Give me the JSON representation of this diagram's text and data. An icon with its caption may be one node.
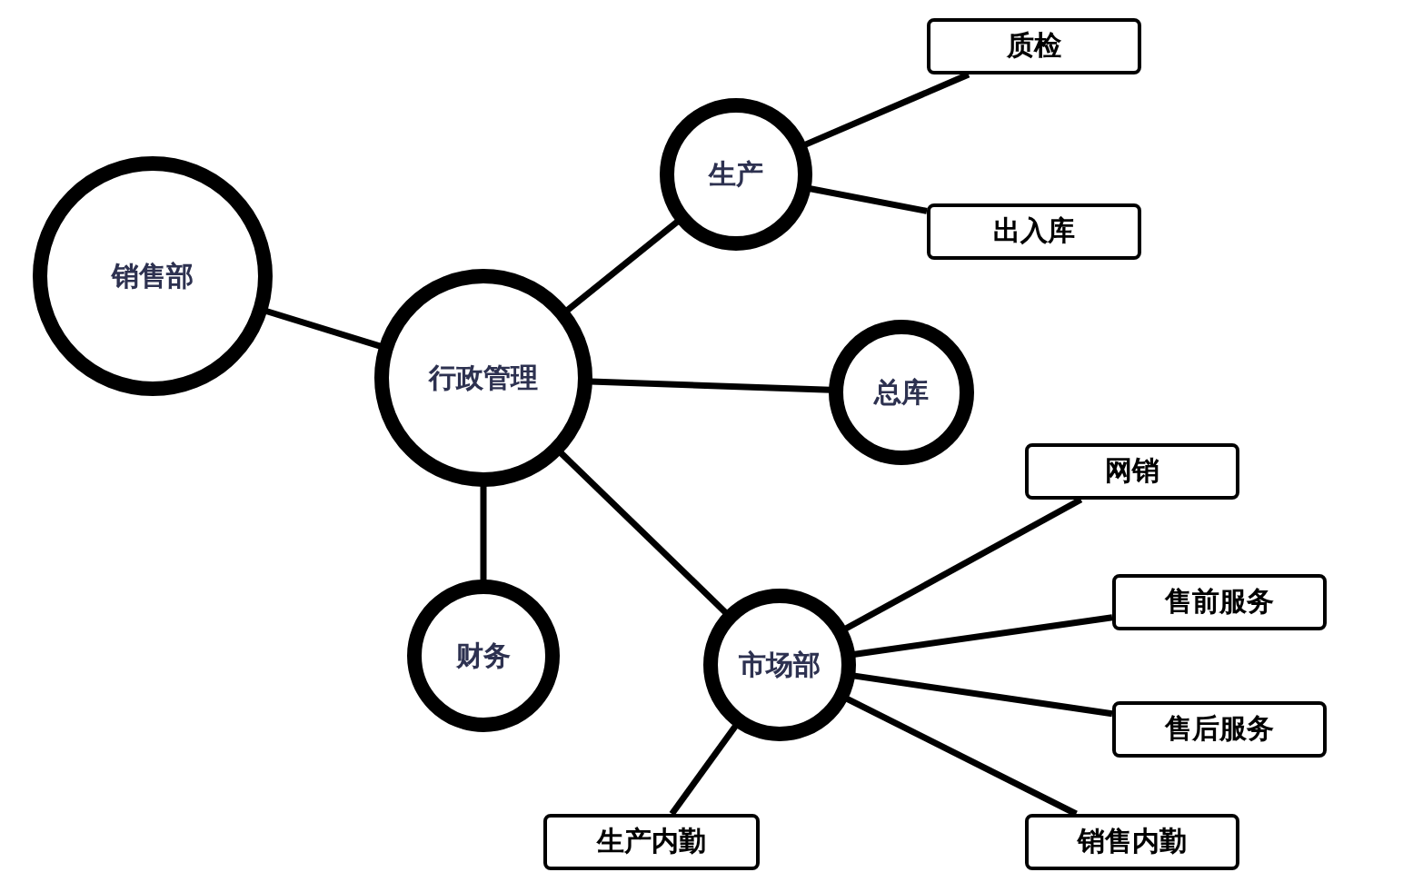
{
  "diagram": {
    "nodes": [
      {
        "text": [
          "质检"
        ]
      },
      {
        "text": [
          "生产"
        ]
      },
      {
        "text": [
          "出入库"
        ]
      },
      {
        "text": [
          "销售部"
        ]
      },
      {
        "text": [
          "行政管理"
        ]
      },
      {
        "text": [
          "总库"
        ]
      },
      {
        "text": [
          "网销"
        ]
      },
      {
        "text": [
          "售前服务"
        ]
      },
      {
        "text": [
          "财务"
        ]
      },
      {
        "text": [
          "市场部"
        ]
      },
      {
        "text": [
          "售后服务"
        ]
      },
      {
        "text": [
          "生产内勤"
        ]
      },
      {
        "text": [
          "销售内勤"
        ]
      }
    ],
    "edges": [
      {
        "from": 3,
        "to": 4,
        "arrow": "none"
      },
      {
        "from": 4,
        "to": 1,
        "arrow": "none"
      },
      {
        "from": 1,
        "to": 0,
        "arrow": "none"
      },
      {
        "from": 1,
        "to": 2,
        "arrow": "none"
      },
      {
        "from": 4,
        "to": 5,
        "arrow": "none"
      },
      {
        "from": 4,
        "to": 8,
        "arrow": "none"
      },
      {
        "from": 4,
        "to": 9,
        "arrow": "none"
      },
      {
        "from": 9,
        "to": 6,
        "arrow": "none"
      },
      {
        "from": 9,
        "to": 7,
        "arrow": "none"
      },
      {
        "from": 9,
        "to": 10,
        "arrow": "none"
      },
      {
        "from": 9,
        "to": 11,
        "arrow": "none"
      },
      {
        "from": 9,
        "to": 12,
        "arrow": "none"
      }
    ]
  }
}
